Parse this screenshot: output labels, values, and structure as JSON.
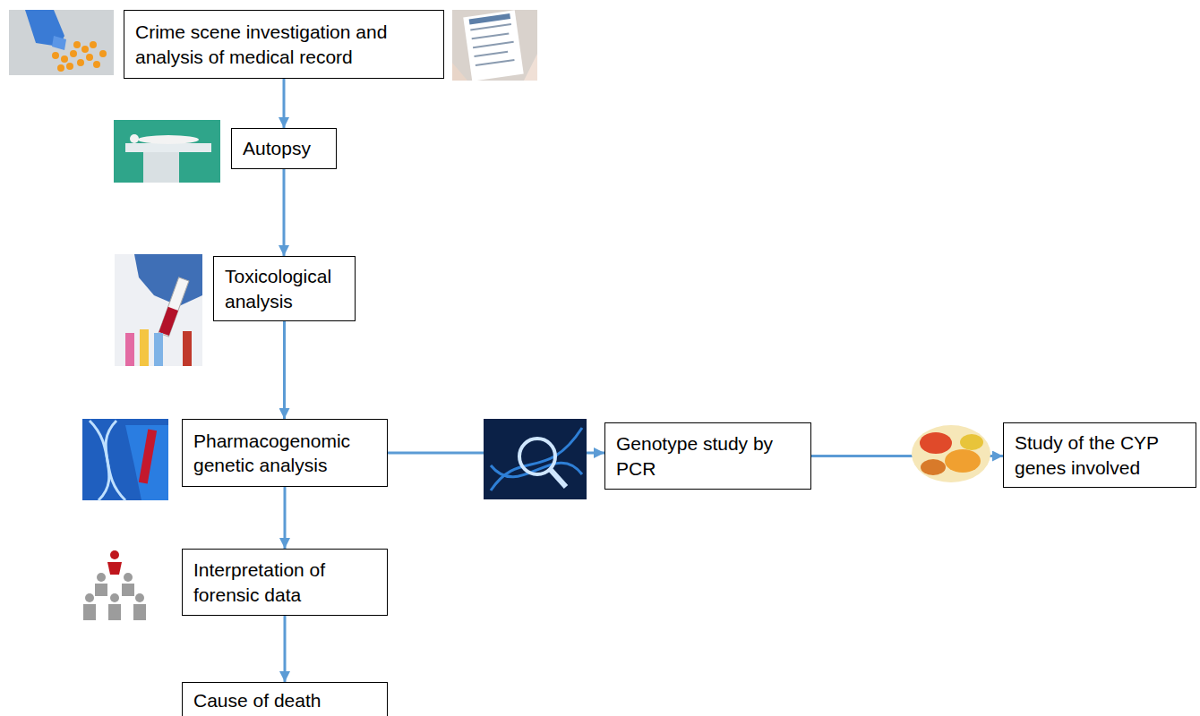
{
  "diagram": {
    "nodes": [
      {
        "text": [
          "Crime scene investigation and analysis of medical record"
        ]
      },
      {
        "text": [
          "Autopsy"
        ]
      },
      {
        "text": [
          "Toxicological analysis"
        ]
      },
      {
        "text": [
          "Pharmacogenomic genetic analysis"
        ]
      },
      {
        "text": [
          "Genotype study by PCR"
        ]
      },
      {
        "text": [
          "Study of the CYP genes involved"
        ]
      },
      {
        "text": [
          "Interpretation of forensic data"
        ]
      },
      {
        "text": [
          "Cause of death"
        ]
      }
    ],
    "edges": [
      {
        "from": 0,
        "to": 1,
        "arrow": "to"
      },
      {
        "from": 1,
        "to": 2,
        "arrow": "to"
      },
      {
        "from": 2,
        "to": 3,
        "arrow": "to"
      },
      {
        "from": 3,
        "to": 4,
        "arrow": "to"
      },
      {
        "from": 4,
        "to": 5,
        "arrow": "to"
      },
      {
        "from": 3,
        "to": 6,
        "arrow": "to"
      },
      {
        "from": 6,
        "to": 7,
        "arrow": "to"
      }
    ]
  }
}
